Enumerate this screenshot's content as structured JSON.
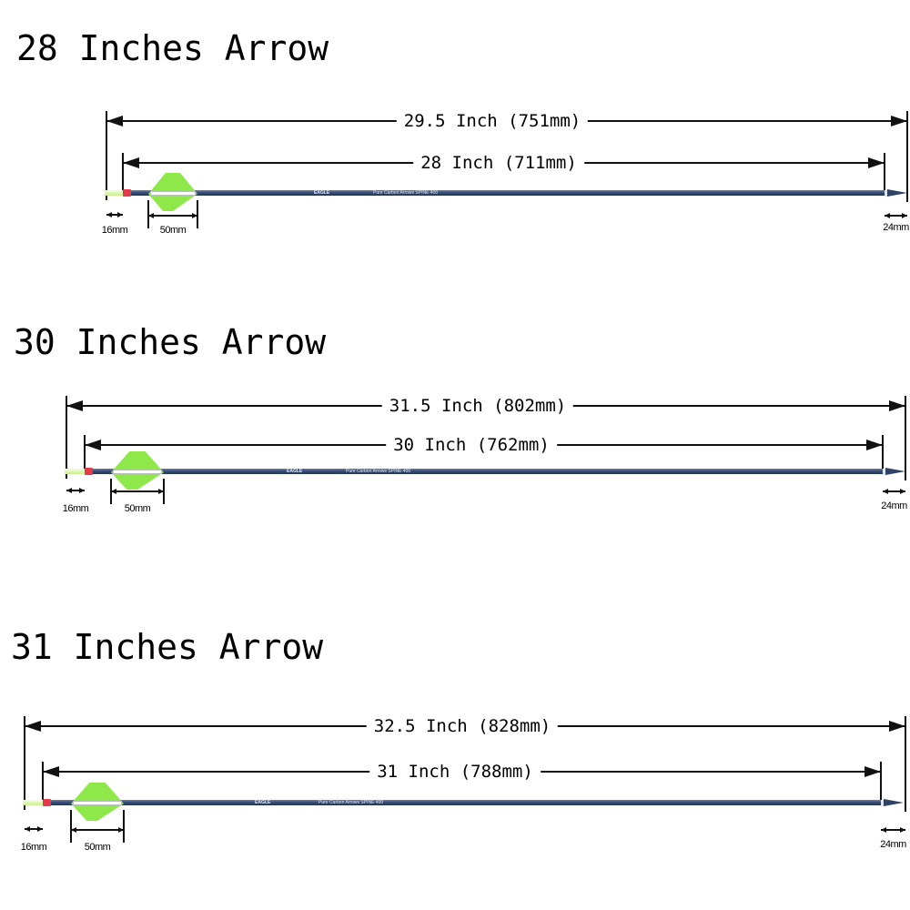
{
  "arrows": [
    {
      "title": "28 Inches Arrow",
      "overall_length": "29.5 Inch (751mm)",
      "shaft_length": "28 Inch (711mm)",
      "nock_length": "16mm",
      "vane_length": "50mm",
      "point_length": "24mm",
      "shaft_brand": "EAGLE",
      "shaft_print": "Pure Carbon Arrows SPINE 400"
    },
    {
      "title": "30 Inches Arrow",
      "overall_length": "31.5 Inch  (802mm)",
      "shaft_length": "30 Inch (762mm)",
      "nock_length": "16mm",
      "vane_length": "50mm",
      "point_length": "24mm",
      "shaft_brand": "EAGLE",
      "shaft_print": "Pure Carbon Arrows SPINE 400"
    },
    {
      "title": "31 Inches Arrow",
      "overall_length": "32.5 Inch (828mm)",
      "shaft_length": "31 Inch (788mm)",
      "nock_length": "16mm",
      "vane_length": "50mm",
      "point_length": "24mm",
      "shaft_brand": "EAGLE",
      "shaft_print": "Pure Carbon Arrows SPINE 400"
    }
  ],
  "colors": {
    "vane": "#8ee84a",
    "shaft": "#34496f",
    "collar": "#e43a4a"
  }
}
